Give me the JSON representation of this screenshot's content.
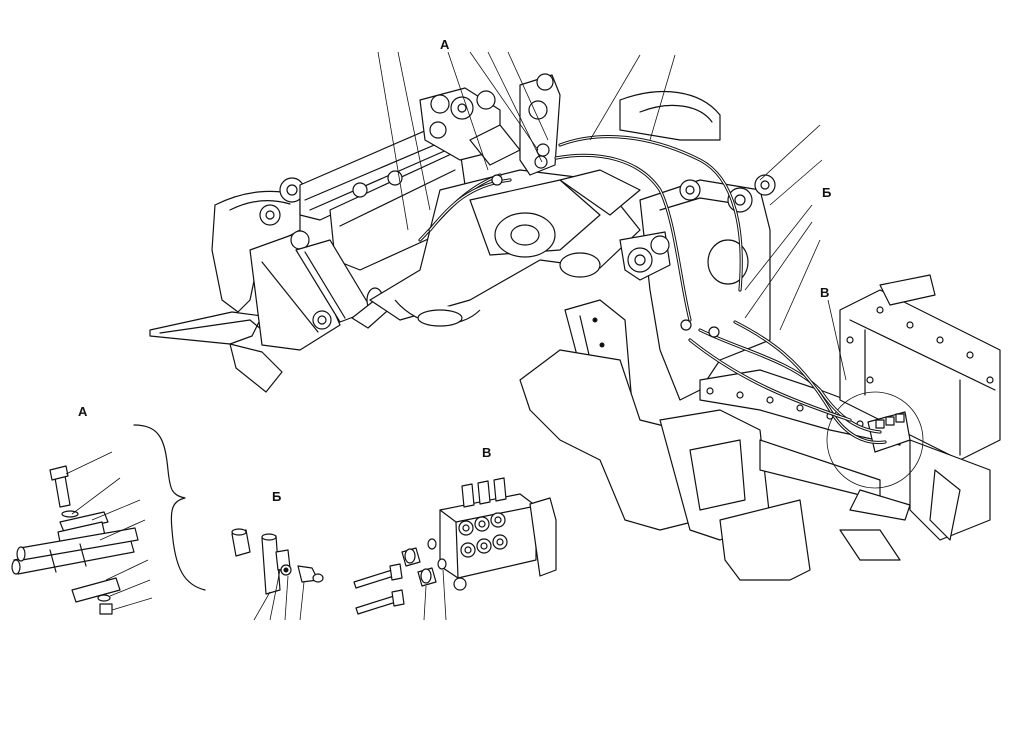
{
  "labels": {
    "detail_a_main": "А",
    "detail_b_main": "Б",
    "detail_v_main": "В",
    "detail_a": "А",
    "detail_b": "Б",
    "detail_v": "В"
  }
}
